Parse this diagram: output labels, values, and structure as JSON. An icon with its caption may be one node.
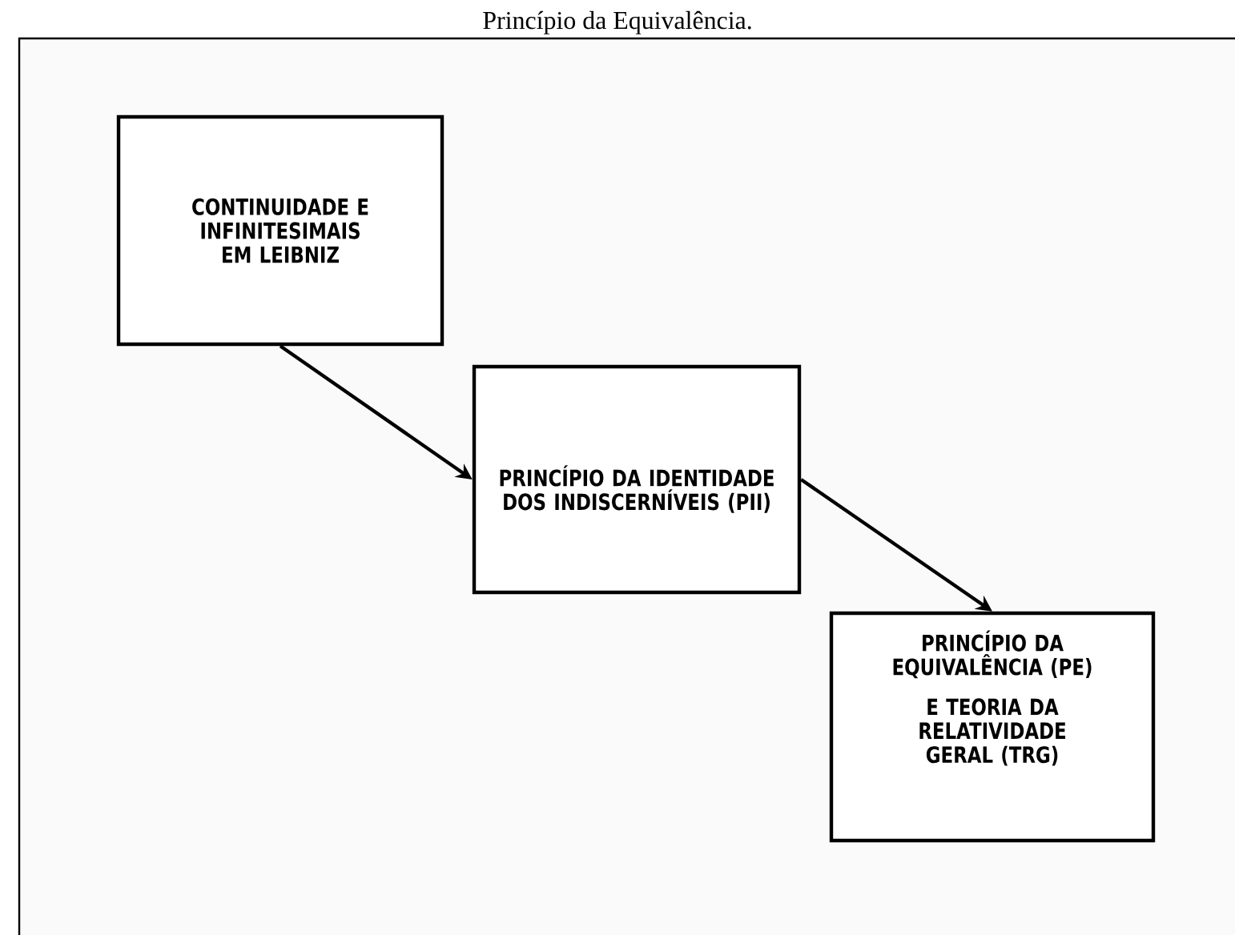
{
  "diagram": {
    "title": "Princípio da Equivalência.",
    "nodes": [
      {
        "text": [
          "CONTINUIDADE E INFINITESIMAIS EM LEIBNIZ"
        ]
      },
      {
        "text": [
          "PRINCÍPIO DA IDENTIDADE DOS INDISCERNÍVEIS (PII)"
        ]
      },
      {
        "text": [
          "PRINCÍPIO DA EQUIVALÊNCIA (PE)",
          "E TEORIA DA RELATIVIDADE GERAL (TRG)"
        ]
      }
    ],
    "edges": [
      {
        "from": 0,
        "to": 1,
        "arrow": "to"
      },
      {
        "from": 1,
        "to": 2,
        "arrow": "to"
      }
    ]
  }
}
